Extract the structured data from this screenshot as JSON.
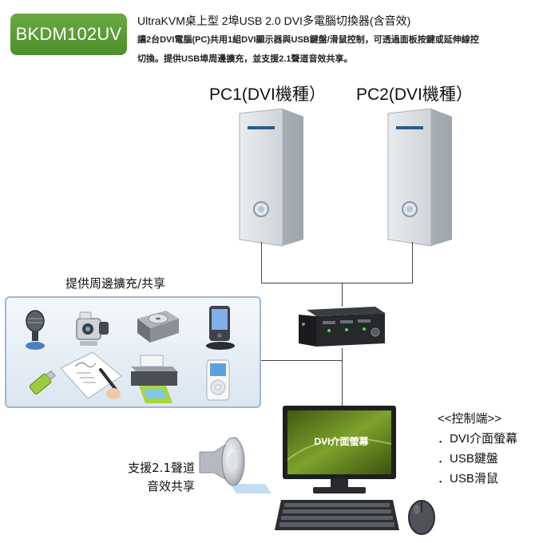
{
  "header": {
    "model": "BKDM102UV",
    "title": "UltraKVM桌上型 2埠USB 2.0 DVI多電腦切換器(含音效)",
    "description_line1": "讓2台DVI電腦(PC)共用1組DVI顯示器與USB鍵盤/滑鼠控制，可透過面板按鍵或延伸線控",
    "description_line2": "切換。提供USB埠周邊擴充，並支援2.1聲道音效共享。"
  },
  "pcs": [
    {
      "label": "PC1(DVI機種）"
    },
    {
      "label": "PC2(DVI機種）"
    }
  ],
  "peripherals": {
    "label": "提供周邊擴充/共享",
    "icons": [
      "microphone-icon",
      "camcorder-icon",
      "hard-drive-icon",
      "pda-icon",
      "usb-flash-drive-icon",
      "drawing-tablet-icon",
      "printer-icon",
      "ipod-icon"
    ]
  },
  "monitor": {
    "screen_text": "DVI介面螢幕"
  },
  "control": {
    "title": "<<控制端>>",
    "items": [
      "．DVI介面螢幕",
      "．USB鍵盤",
      "．USB滑鼠"
    ]
  },
  "audio": {
    "line1": "支援2.1聲道",
    "line2": "音效共享"
  },
  "colors": {
    "badge": "#5a9a34",
    "panel_border": "#9fb8cf",
    "monitor_screen": "#5c7a1e"
  }
}
